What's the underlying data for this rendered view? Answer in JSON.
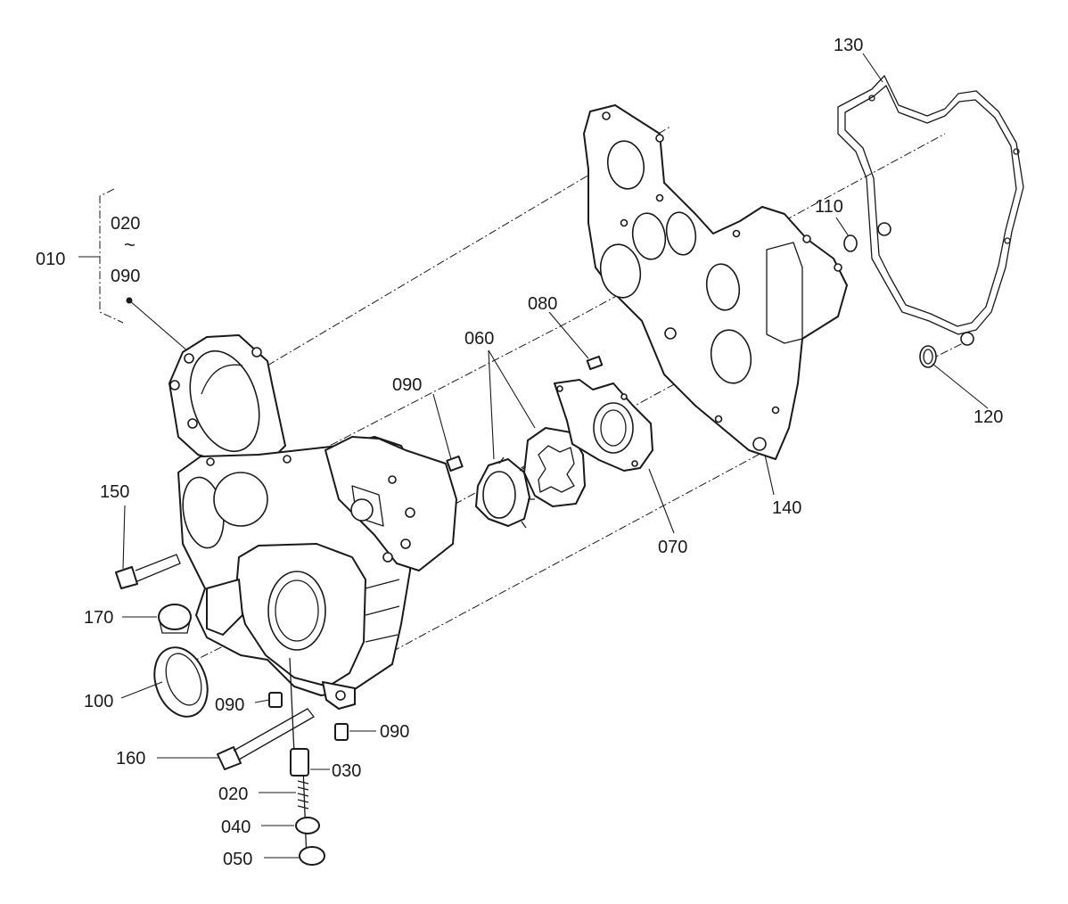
{
  "diagram": {
    "assembly": {
      "label": "010",
      "range_from": "020",
      "range_sep": "~",
      "range_to": "090"
    },
    "callouts": [
      {
        "id": "020a",
        "text": "020"
      },
      {
        "id": "030",
        "text": "030"
      },
      {
        "id": "040",
        "text": "040"
      },
      {
        "id": "050",
        "text": "050"
      },
      {
        "id": "060",
        "text": "060"
      },
      {
        "id": "070",
        "text": "070"
      },
      {
        "id": "080",
        "text": "080"
      },
      {
        "id": "090a",
        "text": "090"
      },
      {
        "id": "090b",
        "text": "090"
      },
      {
        "id": "090c",
        "text": "090"
      },
      {
        "id": "100",
        "text": "100"
      },
      {
        "id": "110",
        "text": "110"
      },
      {
        "id": "120",
        "text": "120"
      },
      {
        "id": "130",
        "text": "130"
      },
      {
        "id": "140",
        "text": "140"
      },
      {
        "id": "150",
        "text": "150"
      },
      {
        "id": "160",
        "text": "160"
      },
      {
        "id": "170",
        "text": "170"
      }
    ]
  }
}
